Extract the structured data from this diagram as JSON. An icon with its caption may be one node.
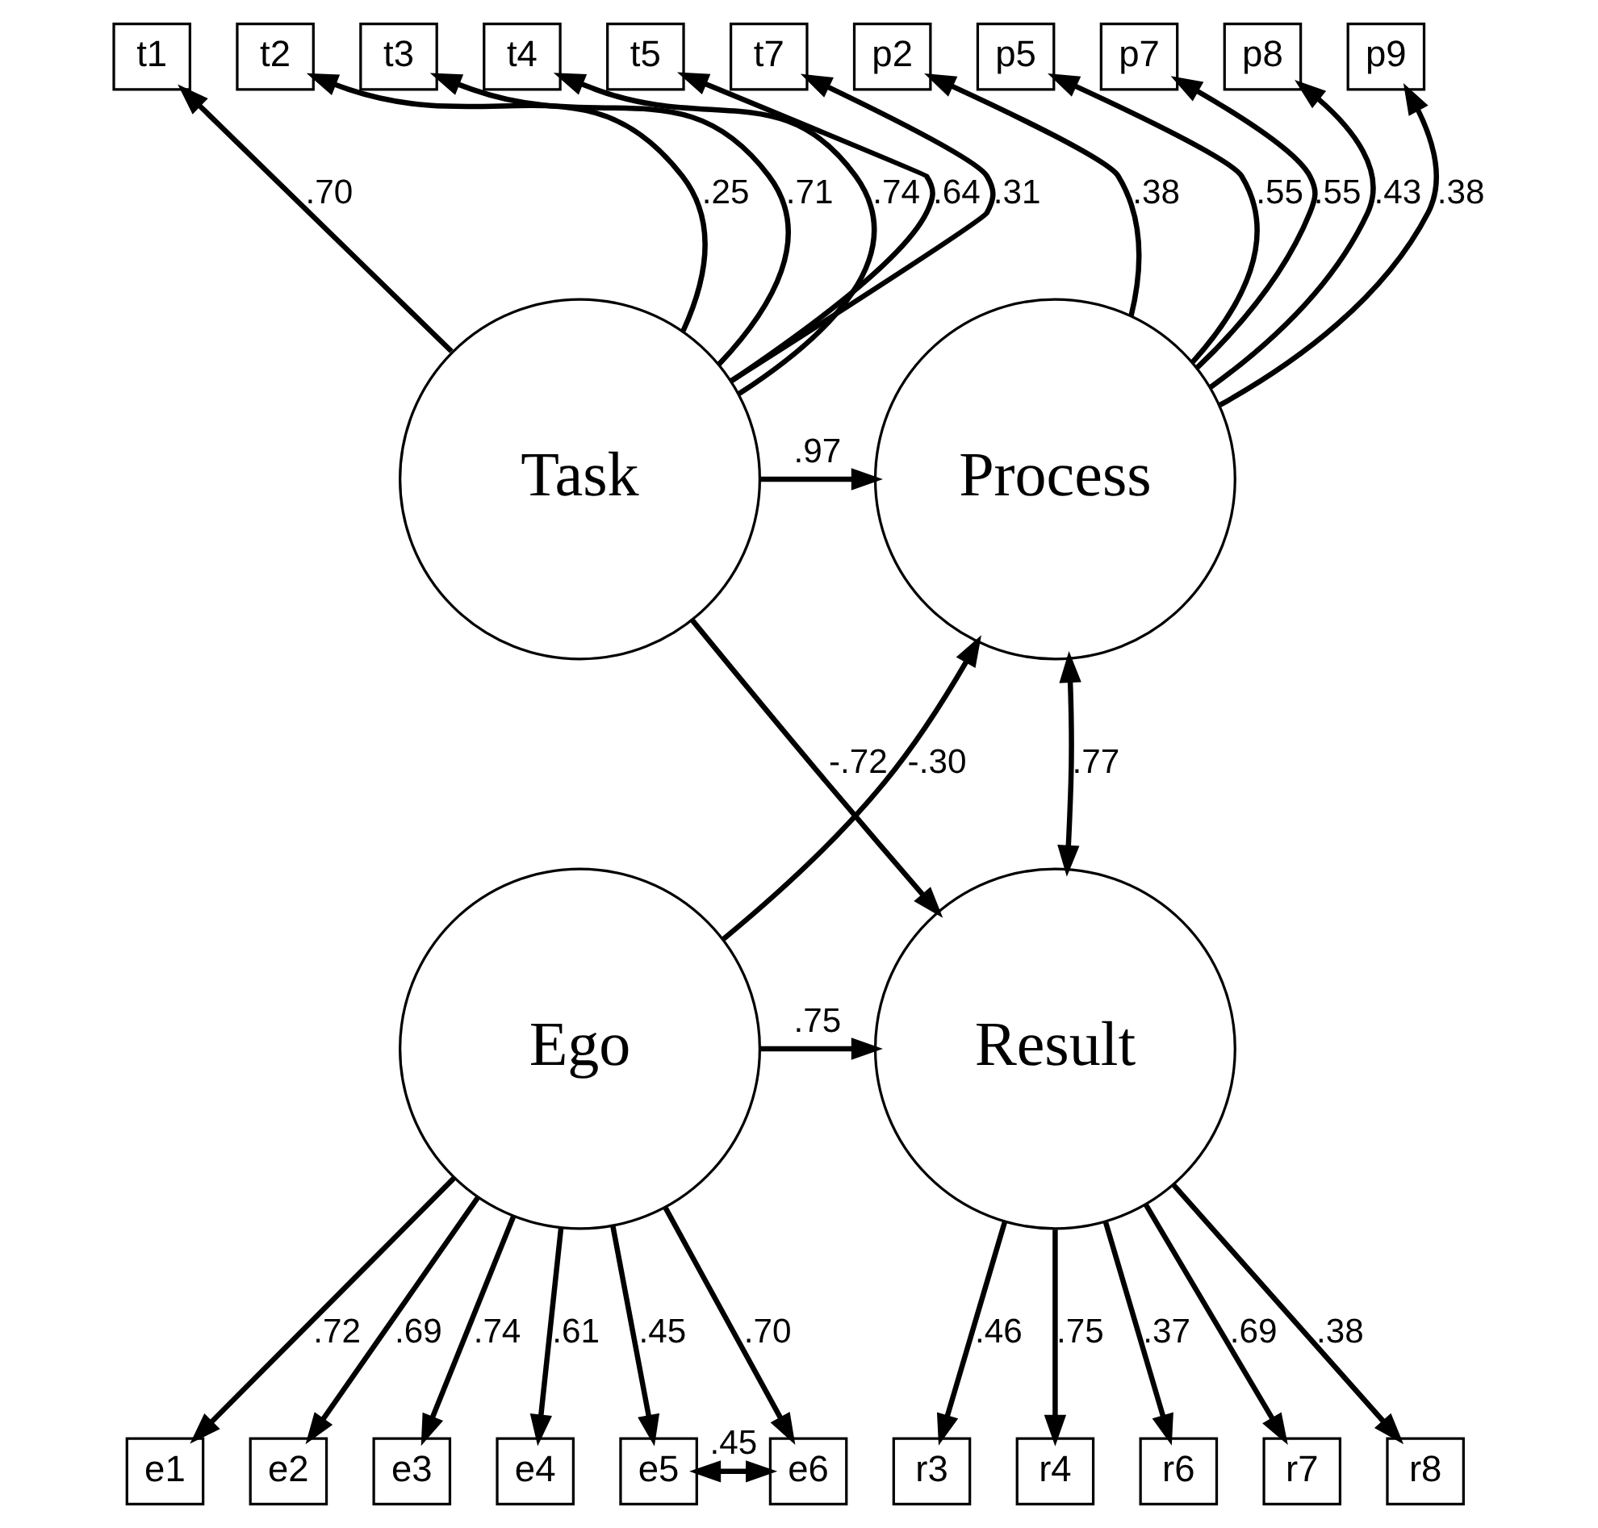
{
  "diagram": {
    "nodes": [
      {
        "text": [
          "t1"
        ]
      },
      {
        "text": [
          "t2"
        ]
      },
      {
        "text": [
          "t3"
        ]
      },
      {
        "text": [
          "t4"
        ]
      },
      {
        "text": [
          "t5"
        ]
      },
      {
        "text": [
          "t7"
        ]
      },
      {
        "text": [
          "p2"
        ]
      },
      {
        "text": [
          "p5"
        ]
      },
      {
        "text": [
          "p7"
        ]
      },
      {
        "text": [
          "p8"
        ]
      },
      {
        "text": [
          "p9"
        ]
      },
      {
        "text": [
          "Task"
        ]
      },
      {
        "text": [
          "Process"
        ]
      },
      {
        "text": [
          "Ego"
        ]
      },
      {
        "text": [
          "Result"
        ]
      },
      {
        "text": [
          "e1"
        ]
      },
      {
        "text": [
          "e2"
        ]
      },
      {
        "text": [
          "e3"
        ]
      },
      {
        "text": [
          "e4"
        ]
      },
      {
        "text": [
          "e5"
        ]
      },
      {
        "text": [
          "e6"
        ]
      },
      {
        "text": [
          "r3"
        ]
      },
      {
        "text": [
          "r4"
        ]
      },
      {
        "text": [
          "r6"
        ]
      },
      {
        "text": [
          "r7"
        ]
      },
      {
        "text": [
          "r8"
        ]
      }
    ],
    "edges": [
      {
        "from": 11,
        "to": 0,
        "arrow": "to",
        "label": ".70"
      },
      {
        "from": 11,
        "to": 1,
        "arrow": "to",
        "label": ".25"
      },
      {
        "from": 11,
        "to": 2,
        "arrow": "to",
        "label": ".71"
      },
      {
        "from": 11,
        "to": 3,
        "arrow": "to",
        "label": ".74"
      },
      {
        "from": 11,
        "to": 4,
        "arrow": "to",
        "label": ".64"
      },
      {
        "from": 11,
        "to": 5,
        "arrow": "to",
        "label": ".31"
      },
      {
        "from": 12,
        "to": 6,
        "arrow": "to",
        "label": ".38"
      },
      {
        "from": 12,
        "to": 7,
        "arrow": "to",
        "label": ".55"
      },
      {
        "from": 12,
        "to": 8,
        "arrow": "to",
        "label": ".55"
      },
      {
        "from": 12,
        "to": 9,
        "arrow": "to",
        "label": ".43"
      },
      {
        "from": 12,
        "to": 10,
        "arrow": "to",
        "label": ".38"
      },
      {
        "from": 11,
        "to": 12,
        "arrow": "to",
        "label": ".97"
      },
      {
        "from": 11,
        "to": 14,
        "arrow": "to",
        "label": "-.72"
      },
      {
        "from": 13,
        "to": 12,
        "arrow": "to",
        "label": "-.30"
      },
      {
        "from": 13,
        "to": 14,
        "arrow": "to",
        "label": ".75"
      },
      {
        "from": 12,
        "to": 14,
        "arrow": "both",
        "label": ".77"
      },
      {
        "from": 13,
        "to": 15,
        "arrow": "to",
        "label": ".72"
      },
      {
        "from": 13,
        "to": 16,
        "arrow": "to",
        "label": ".69"
      },
      {
        "from": 13,
        "to": 17,
        "arrow": "to",
        "label": ".74"
      },
      {
        "from": 13,
        "to": 18,
        "arrow": "to",
        "label": ".61"
      },
      {
        "from": 13,
        "to": 19,
        "arrow": "to",
        "label": ".45"
      },
      {
        "from": 13,
        "to": 20,
        "arrow": "to",
        "label": ".70"
      },
      {
        "from": 19,
        "to": 20,
        "arrow": "both",
        "label": ".45"
      },
      {
        "from": 14,
        "to": 21,
        "arrow": "to",
        "label": ".46"
      },
      {
        "from": 14,
        "to": 22,
        "arrow": "to",
        "label": ".75"
      },
      {
        "from": 14,
        "to": 23,
        "arrow": "to",
        "label": ".37"
      },
      {
        "from": 14,
        "to": 24,
        "arrow": "to",
        "label": ".69"
      },
      {
        "from": 14,
        "to": 25,
        "arrow": "to",
        "label": ".38"
      }
    ]
  }
}
